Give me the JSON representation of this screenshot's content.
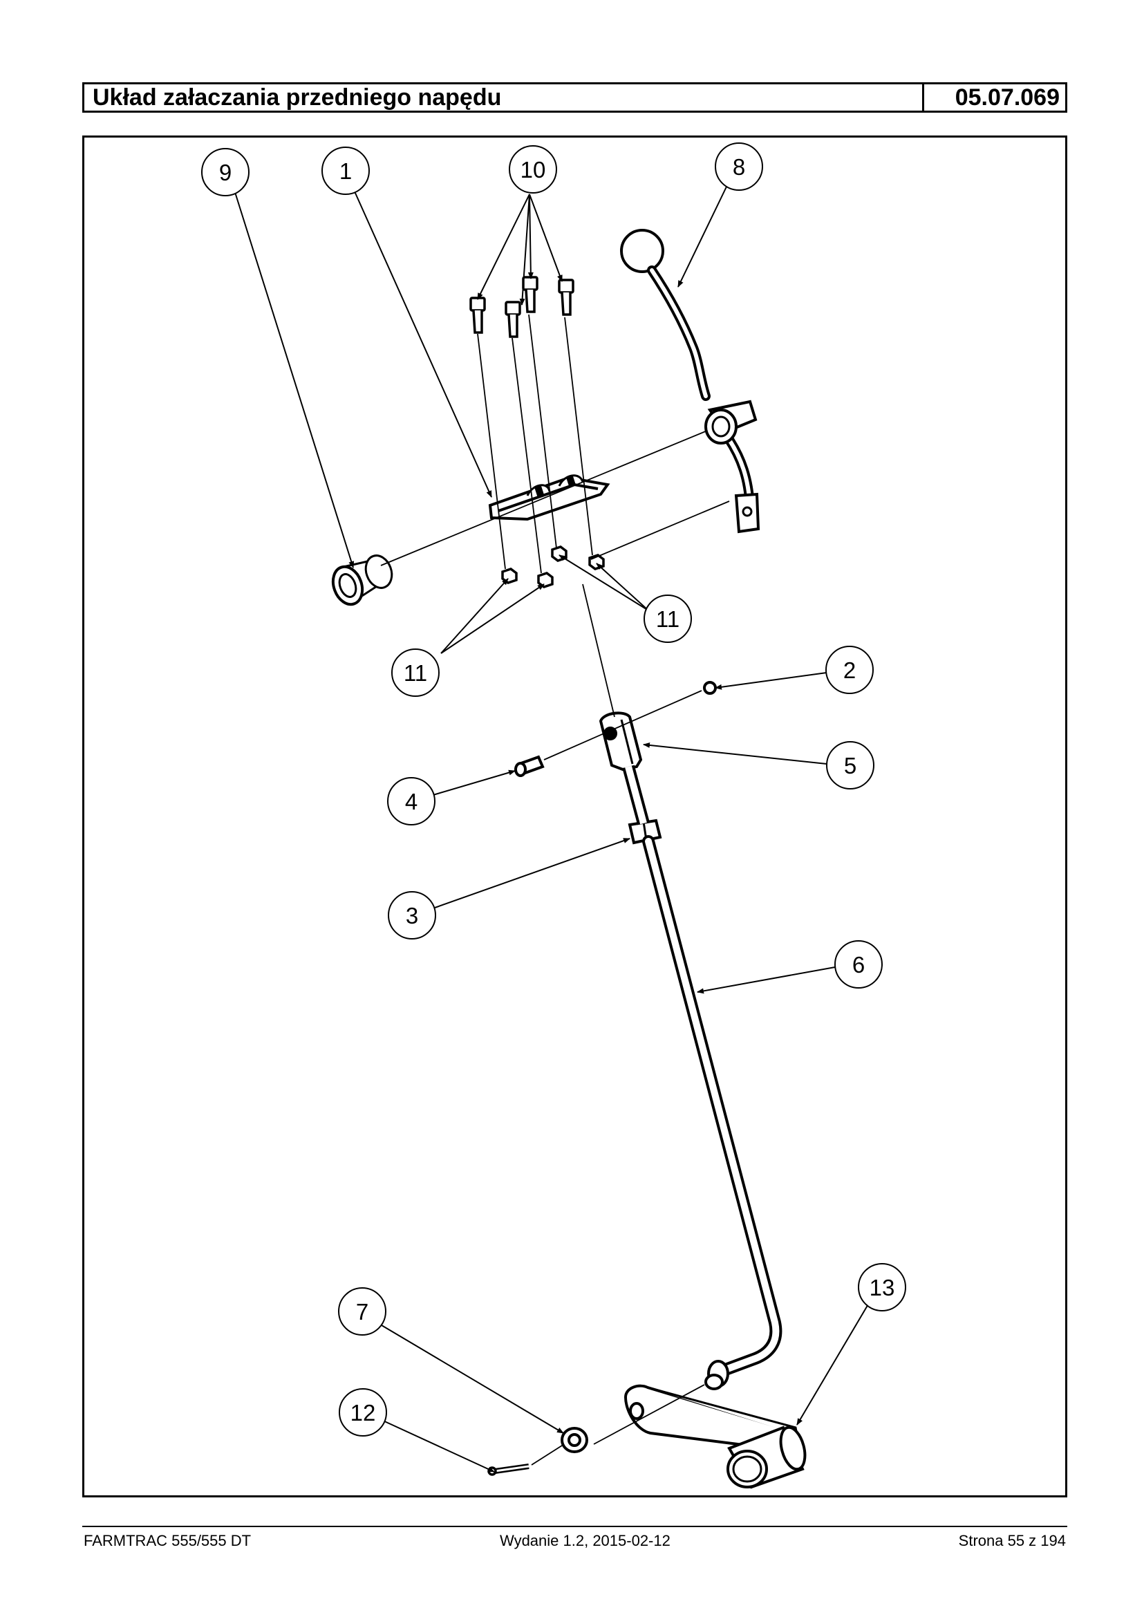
{
  "header": {
    "title": "Układ załaczania przedniego napędu",
    "code": "05.07.069"
  },
  "callouts": {
    "c9": "9",
    "c1": "1",
    "c10": "10",
    "c8": "8",
    "c11_right": "11",
    "c11_left": "11",
    "c2": "2",
    "c5": "5",
    "c4": "4",
    "c3": "3",
    "c6": "6",
    "c13": "13",
    "c7": "7",
    "c12": "12"
  },
  "footer": {
    "model": "FARMTRAC 555/555 DT",
    "edition": "Wydanie 1.2,  2015-02-12",
    "page": "Strona 55 z 194"
  }
}
